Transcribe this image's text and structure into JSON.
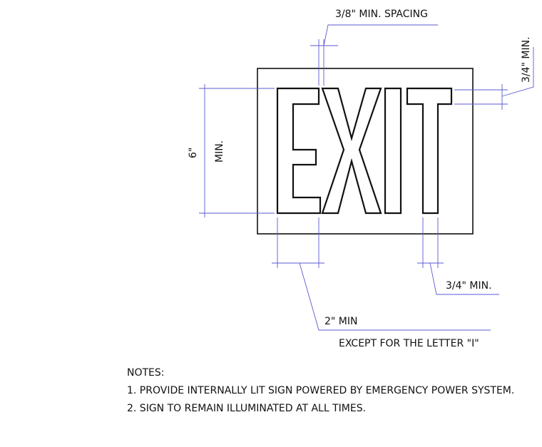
{
  "sign": {
    "text": "EXIT"
  },
  "dimensions": {
    "spacing": "3/8\" MIN. SPACING",
    "stroke_top": "3/4\" MIN.",
    "height_value": "6\"",
    "height_min": "MIN.",
    "stroke_bottom": "3/4\" MIN.",
    "width_value": "2\" MIN",
    "width_exception": "EXCEPT FOR THE LETTER \"I\""
  },
  "notes": {
    "heading": "NOTES:",
    "items": [
      "1.  PROVIDE INTERNALLY LIT SIGN POWERED BY EMERGENCY POWER SYSTEM.",
      "2.  SIGN TO REMAIN ILLUMINATED AT ALL TIMES."
    ]
  },
  "colors": {
    "dimension_line": "#5a5ad0",
    "outline": "#111111"
  }
}
